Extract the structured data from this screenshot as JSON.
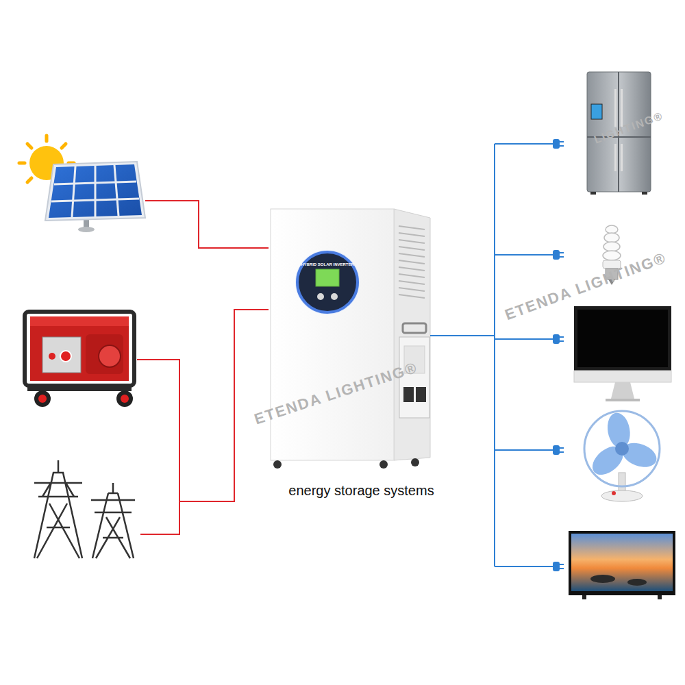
{
  "diagram": {
    "nodes": [
      {
        "text": [
          "HYBRID SOLAR INVERTER",
          "energy storage systems"
        ]
      }
    ],
    "labels": [
      "ETENDA LIGHTING®",
      "ETENDA LIGHTING®",
      "LIGHTING®"
    ]
  }
}
